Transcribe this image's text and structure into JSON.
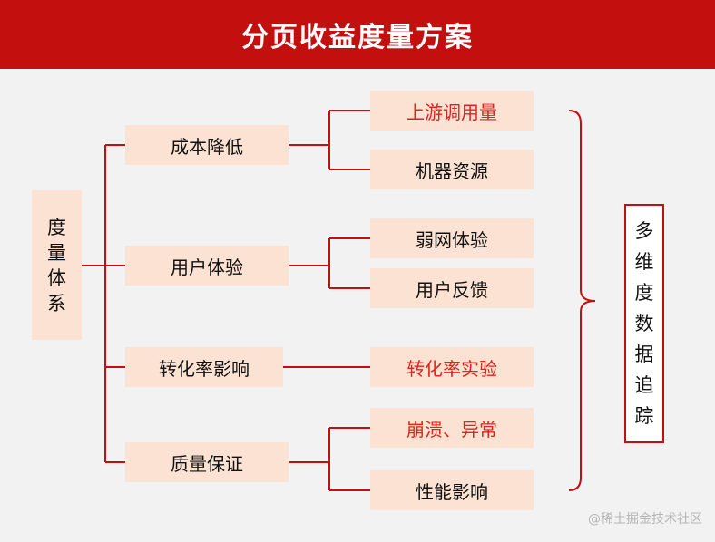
{
  "title": "分页收益度量方案",
  "root": {
    "chars": [
      "度",
      "量",
      "体",
      "系"
    ]
  },
  "categories": [
    {
      "label": "成本降低"
    },
    {
      "label": "用户体验"
    },
    {
      "label": "转化率影响"
    },
    {
      "label": "质量保证"
    }
  ],
  "leaves": [
    {
      "label": "上游调用量",
      "highlight": true
    },
    {
      "label": "机器资源",
      "highlight": false
    },
    {
      "label": "弱网体验",
      "highlight": false
    },
    {
      "label": "用户反馈",
      "highlight": false
    },
    {
      "label": "转化率实验",
      "highlight": true
    },
    {
      "label": "崩溃、异常",
      "highlight": true
    },
    {
      "label": "性能影响",
      "highlight": false
    }
  ],
  "summary": {
    "chars": [
      "多",
      "维",
      "度",
      "数",
      "据",
      "追",
      "踪"
    ]
  },
  "watermark": "@稀土掘金技术社区",
  "colors": {
    "accent": "#c40f0f",
    "box_fill": "#fbe2d2",
    "highlight_text": "#e0231d"
  }
}
